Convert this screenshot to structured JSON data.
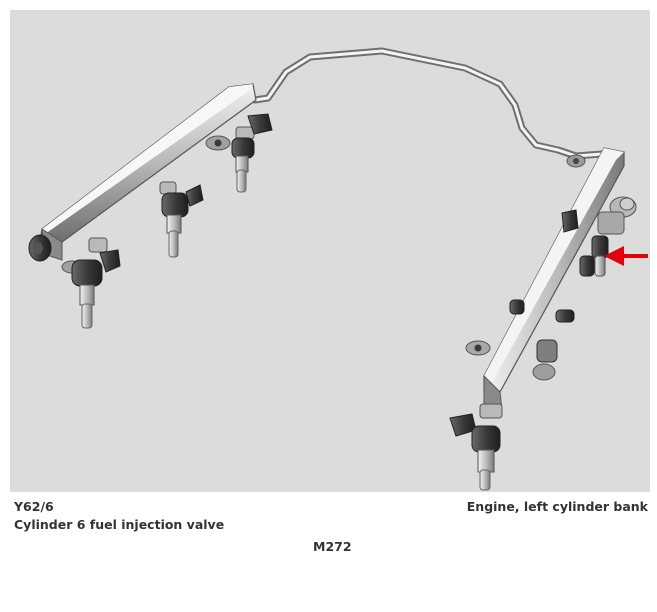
{
  "figure": {
    "component_code": "Y62/6",
    "component_name": "Cylinder 6 fuel injection valve",
    "location": "Engine, left cylinder bank",
    "engine_model": "M272",
    "pointer_arrow_color": "#e3000b"
  }
}
